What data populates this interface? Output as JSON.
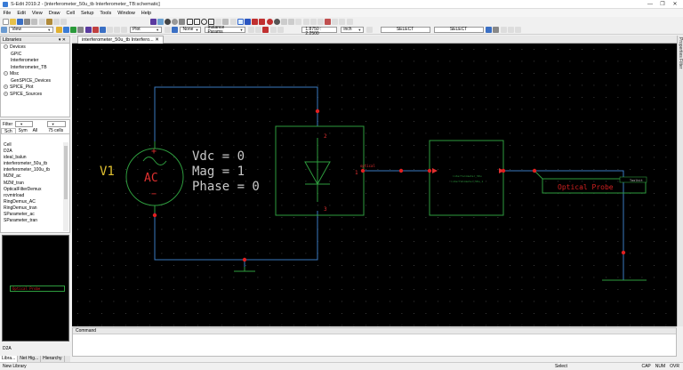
{
  "window": {
    "title": "S-Edit 2019.2 - [interferometer_50u_tb Interferometer_TB:schematic]",
    "controls": [
      "—",
      "❐",
      "✕"
    ]
  },
  "menu": [
    "File",
    "Edit",
    "View",
    "Draw",
    "Cell",
    "Setup",
    "Tools",
    "Window",
    "Help"
  ],
  "toolbar2": {
    "view_label": "View",
    "plot_label": "Plot",
    "none_label": "None",
    "instance_params": "Instance Params",
    "coords": "1.8750 : 2.2500",
    "units": "inch",
    "select1": "SELECT",
    "select2": "SELECT"
  },
  "libraries": {
    "title": "Libraries",
    "items": [
      {
        "label": "Devices",
        "level": 0
      },
      {
        "label": "GPIC",
        "level": 1
      },
      {
        "label": "Interferometer",
        "level": 1
      },
      {
        "label": "Interferometer_TB",
        "level": 1
      },
      {
        "label": "Misc",
        "level": 0
      },
      {
        "label": "GenSPICE_Devices",
        "level": 1
      },
      {
        "label": "SPICE_Plot",
        "level": 0
      },
      {
        "label": "SPICE_Sources",
        "level": 0
      }
    ]
  },
  "cells": {
    "filter_label": "Filter",
    "tabs": [
      "Sch",
      "Sym",
      "All"
    ],
    "count": "75 cells",
    "items": [
      "Cell",
      "D2A",
      "ideal_balun",
      "interferometer_50u_tb",
      "interferometer_100u_tb",
      "MZM_ac",
      "MZM_tran",
      "OpticalFilterDemux",
      "rcvmtrload",
      "RingDemux_AC",
      "RingDemux_tran",
      "SParameter_ac",
      "SParameter_tran"
    ]
  },
  "preview": {
    "label": "Optical Probe"
  },
  "left_status": "D2A",
  "left_tabs": [
    "Libra...",
    "Net Hig...",
    "Hierarchy"
  ],
  "doc_tab": "interferometer_50u_tb Interfero...",
  "right_strip": "Properties Filter",
  "command": {
    "title": "Command"
  },
  "status": {
    "left": "New Library",
    "mid": "Select",
    "right": [
      "CAP",
      "NUM",
      "OVR"
    ]
  },
  "schematic": {
    "source_name": "V1",
    "source_label": "AC",
    "plus": "+",
    "minus": "−",
    "params": [
      "Vdc = 0",
      "Mag = 1",
      "Phase = 0"
    ],
    "diode_pin_top": "2",
    "diode_pin_left": "1",
    "diode_pin_bottom": "3",
    "net_label_small": "optical",
    "block_line1": "interferometer_50u",
    "block_line2": "interferometer_50u_1",
    "probe_label": "Optical Probe",
    "probe_tag": "Toolkit"
  },
  "colors": {
    "wire": "#3a7ac0",
    "component": "#2e9c3e",
    "node": "#e02020",
    "probe": "#d02020",
    "text": "#c8c8c8",
    "source_label": "#e03030"
  }
}
